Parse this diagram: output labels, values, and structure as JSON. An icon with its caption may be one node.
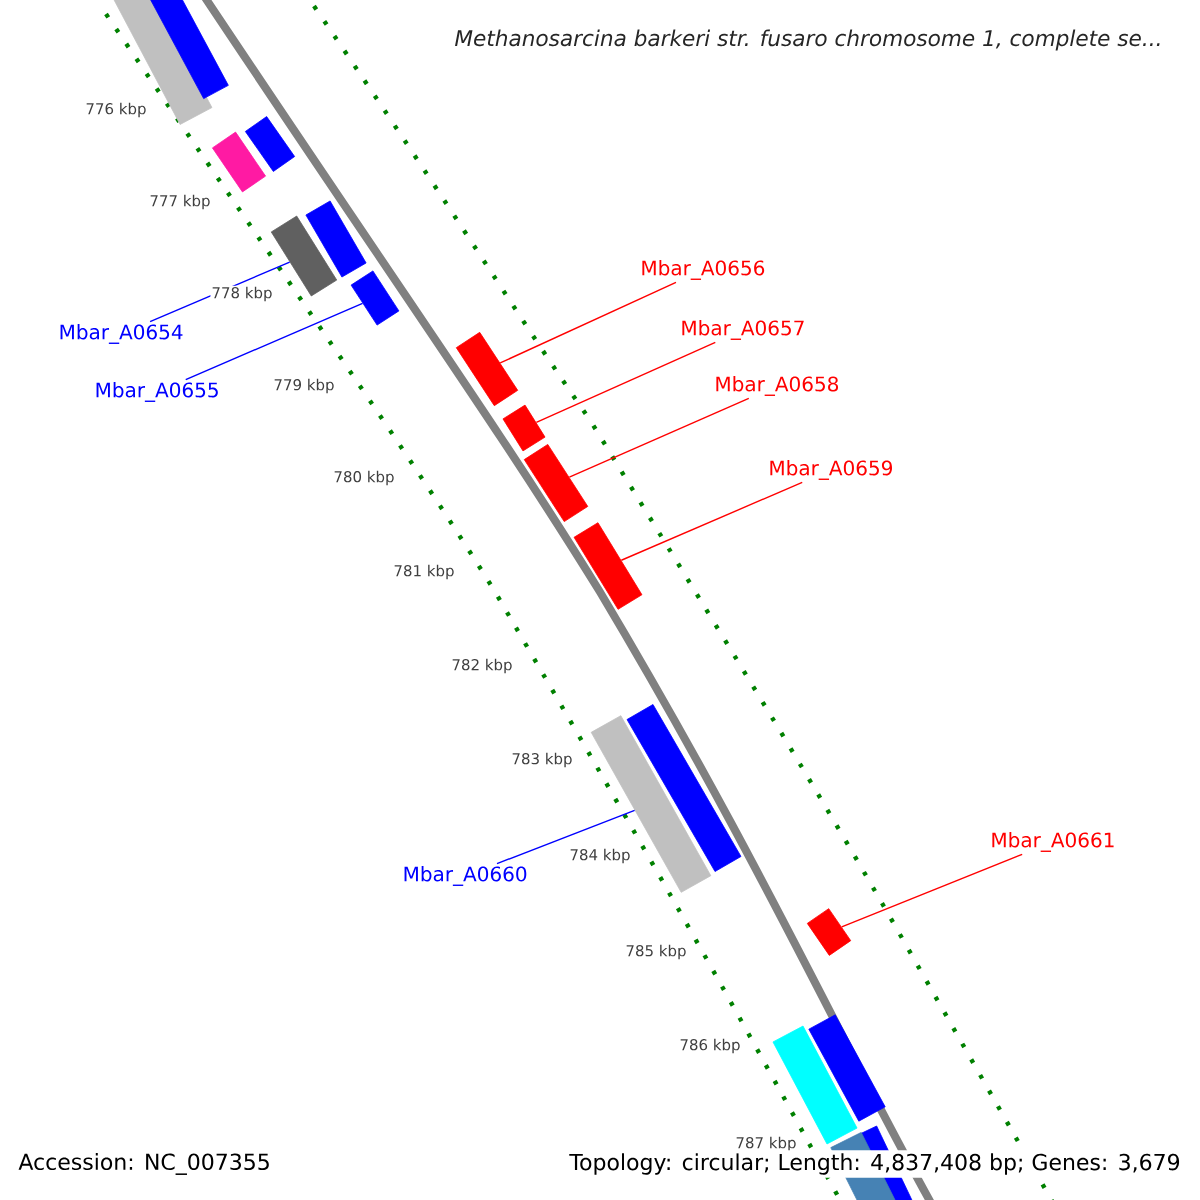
{
  "diagram": {
    "title": "Methanosarcina barkeri str. fusaro chromosome 1, complete se...",
    "nodes": [
      {
        "text": [
          "Mbar_A0654"
        ]
      },
      {
        "text": [
          "Mbar_A0655"
        ]
      },
      {
        "text": [
          "Mbar_A0656"
        ]
      },
      {
        "text": [
          "Mbar_A0657"
        ]
      },
      {
        "text": [
          "Mbar_A0658"
        ]
      },
      {
        "text": [
          "Mbar_A0659"
        ]
      },
      {
        "text": [
          "Mbar_A0660"
        ]
      },
      {
        "text": [
          "Mbar_A0661"
        ]
      },
      {
        "text": [],
        "shape": "bar"
      },
      {
        "text": [],
        "shape": "bar"
      },
      {
        "text": [],
        "shape": "bar"
      },
      {
        "text": [],
        "shape": "bar"
      },
      {
        "text": [],
        "shape": "bar"
      },
      {
        "text": [],
        "shape": "bar"
      },
      {
        "text": [],
        "shape": "bar"
      },
      {
        "text": [],
        "shape": "bar"
      },
      {
        "text": [],
        "shape": "bar"
      },
      {
        "text": [],
        "shape": "bar"
      },
      {
        "text": [],
        "shape": "bar"
      },
      {
        "text": [],
        "shape": "bar"
      },
      {
        "text": [],
        "shape": "bar"
      },
      {
        "text": [],
        "shape": "bar"
      },
      {
        "text": [],
        "shape": "bar"
      },
      {
        "text": [],
        "shape": "bar"
      },
      {
        "text": [],
        "shape": "bar"
      },
      {
        "text": [],
        "shape": "bar"
      }
    ],
    "edges": [
      {
        "from": 0,
        "to": 13,
        "arrow": "none",
        "color": "#0000ff"
      },
      {
        "from": 1,
        "to": 14,
        "arrow": "none",
        "color": "#0000ff"
      },
      {
        "from": 2,
        "to": 15,
        "arrow": "none"
      },
      {
        "from": 3,
        "to": 16,
        "arrow": "none"
      },
      {
        "from": 4,
        "to": 17,
        "arrow": "none"
      },
      {
        "from": 5,
        "to": 18,
        "arrow": "none"
      },
      {
        "from": 6,
        "to": 20,
        "arrow": "none",
        "color": "#0000ff"
      },
      {
        "from": 7,
        "to": 21,
        "arrow": "none"
      }
    ],
    "labels": [
      "776 kbp",
      "777 kbp",
      "778 kbp",
      "779 kbp",
      "780 kbp",
      "781 kbp",
      "782 kbp",
      "783 kbp",
      "784 kbp",
      "785 kbp",
      "786 kbp",
      "787 kbp",
      "Accession: NC_007355",
      "Topology: circular; Length: 4,837,408 bp; Genes: 3,679"
    ]
  }
}
